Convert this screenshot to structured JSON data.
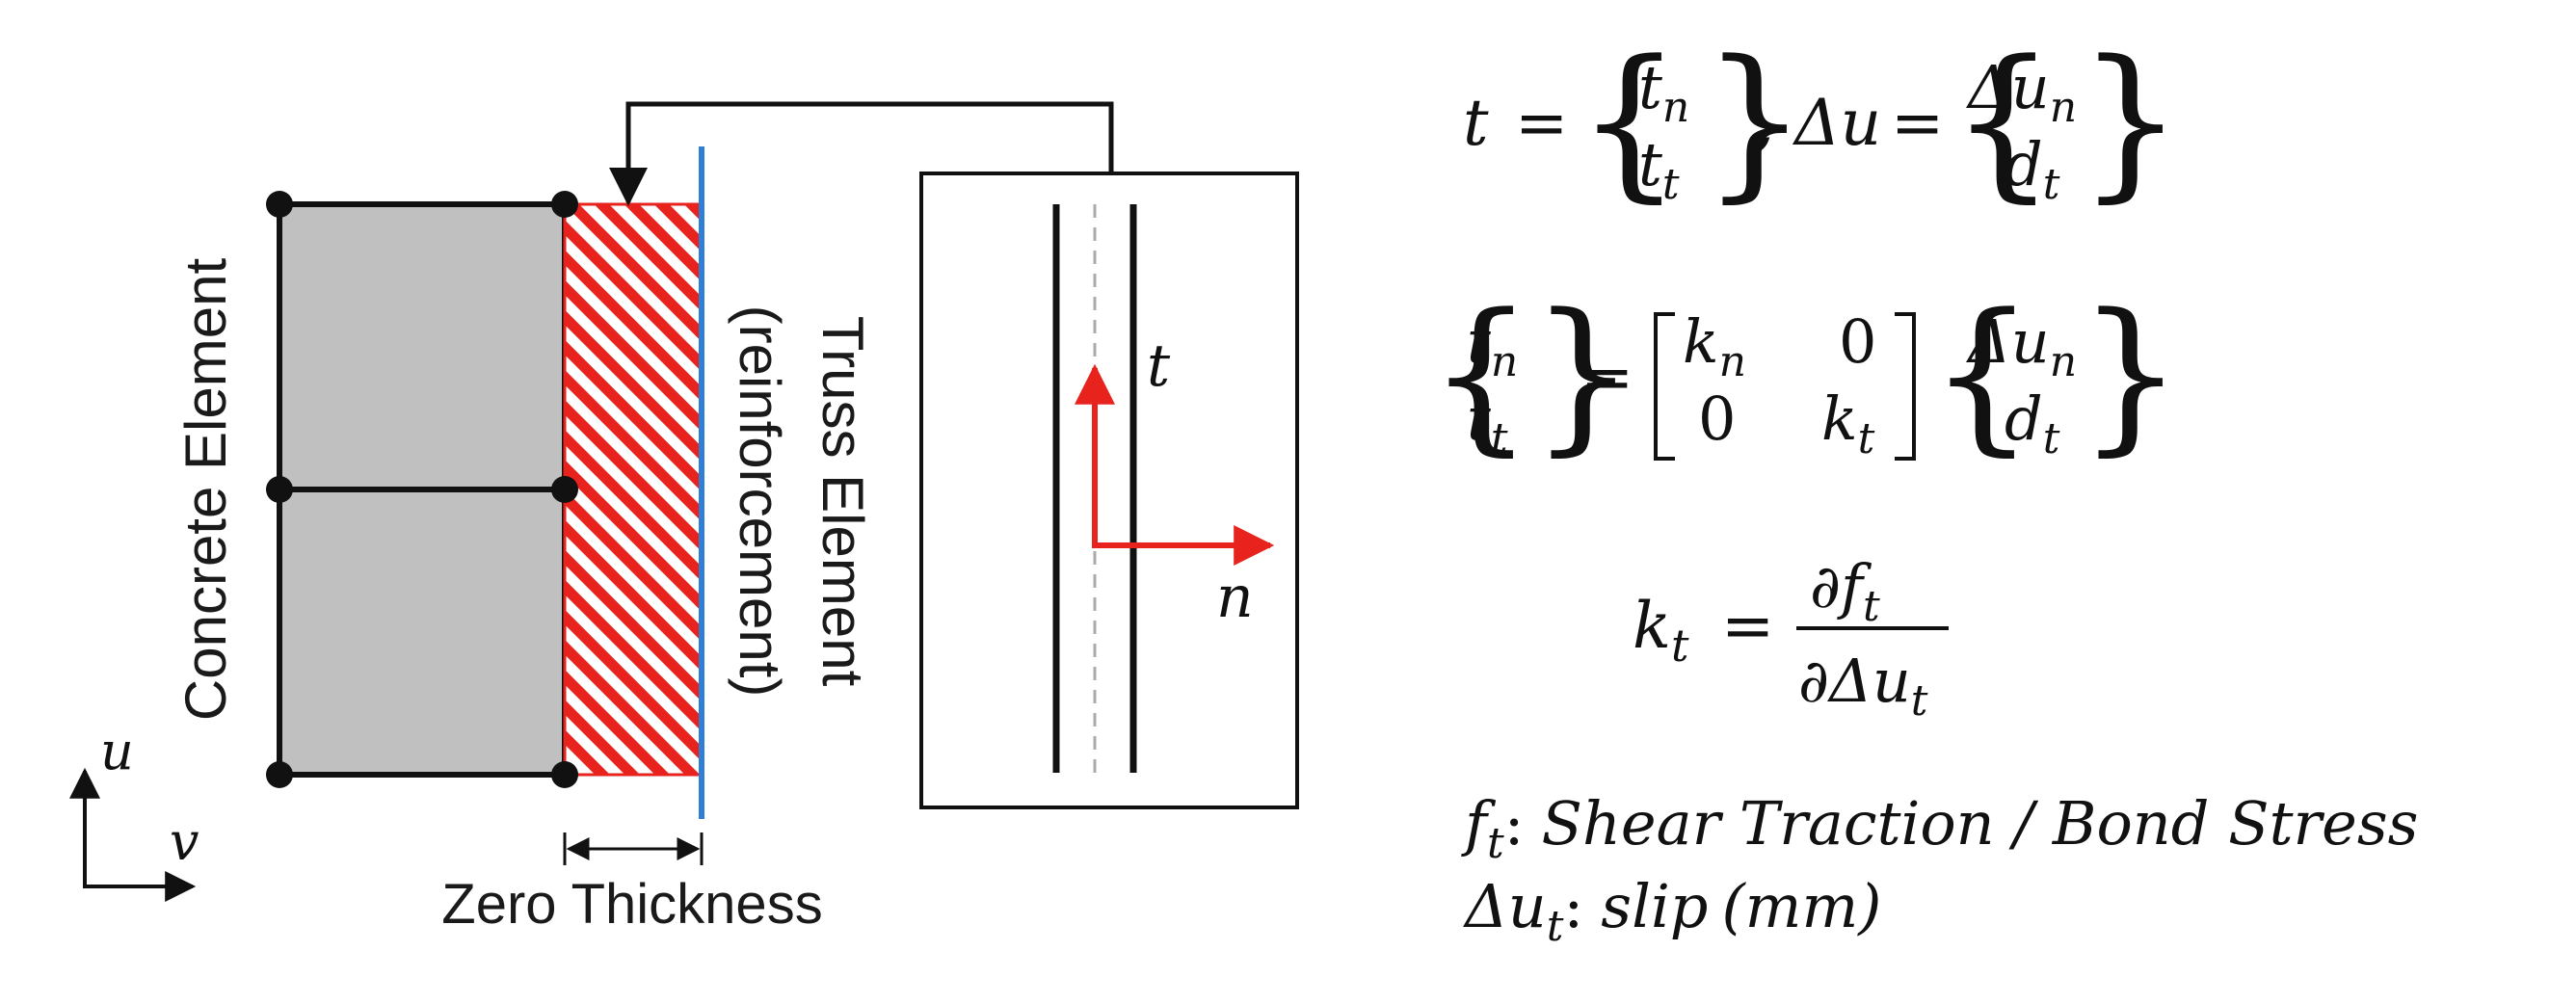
{
  "diagram": {
    "labels": {
      "concrete_element": "Concrete Element",
      "truss_element_line1": "Truss Element",
      "truss_element_line2": "(reinforcement)",
      "zero_thickness": "Zero Thickness"
    },
    "axes": {
      "u": "u",
      "v": "v"
    },
    "interface_axes": {
      "t": "t",
      "n": "n"
    },
    "colors": {
      "concrete_fill": "#c0c0c0",
      "interface_hatch": "#e8231e",
      "truss_line": "#2f7fd6",
      "local_axes": "#e8231e",
      "outline": "#111111"
    }
  },
  "equations": {
    "eq1": {
      "t": "t",
      "equals": "=",
      "tn": "t",
      "tn_sub": "n",
      "tt": "t",
      "tt_sub": "t",
      "comma_delta_u": ", Δu",
      "equals2": "=",
      "dun": "Δu",
      "dun_sub": "n",
      "dt": "d",
      "dt_sub": "t"
    },
    "eq2": {
      "tn": "t",
      "tn_sub": "n",
      "tt": "t",
      "tt_sub": "t",
      "equals": "=",
      "kn": "k",
      "kn_sub": "n",
      "zero1": "0",
      "zero2": "0",
      "kt": "k",
      "kt_sub": "t",
      "dun": "Δu",
      "dun_sub": "n",
      "dt": "d",
      "dt_sub": "t"
    },
    "eq3": {
      "kt": "k",
      "kt_sub": "t",
      "equals": "=",
      "numerator": "∂f",
      "numerator_sub": "t",
      "denominator": "∂Δu",
      "denominator_sub": "t"
    },
    "def1": {
      "symbol": "f",
      "symbol_sub": "t",
      "colon": ":",
      "text": "Shear Traction / Bond Stress"
    },
    "def2": {
      "symbol": "Δu",
      "symbol_sub": "t",
      "colon": ":",
      "text": "slip",
      "unit": "(mm)"
    }
  }
}
